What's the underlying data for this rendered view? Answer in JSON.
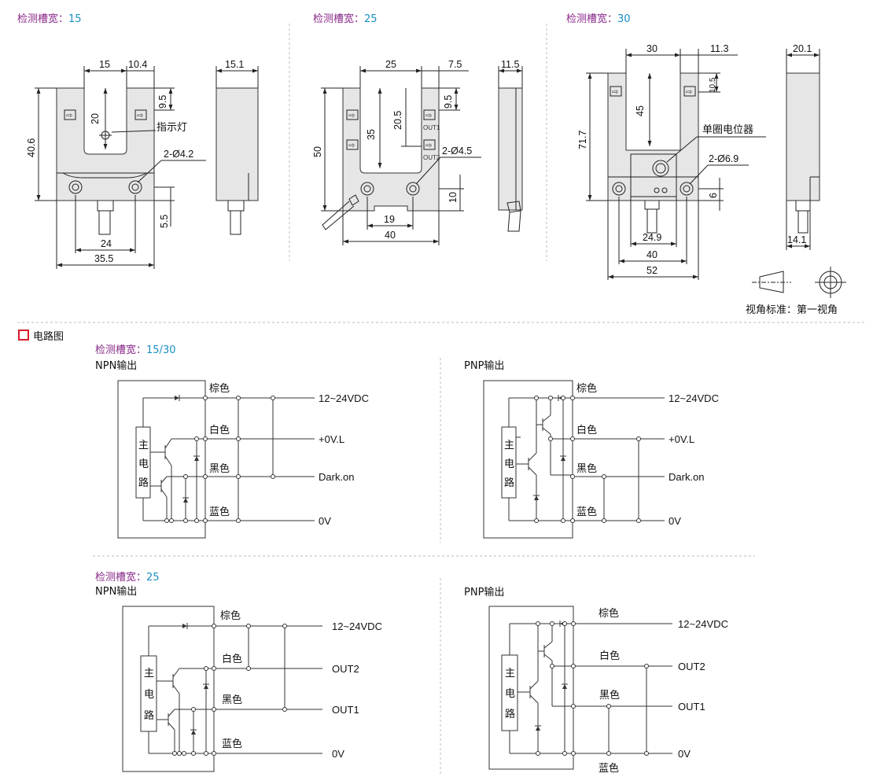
{
  "colors": {
    "heading": "#8a2a8a",
    "heading_value": "#1a8fc2",
    "section_marker": "#d81b2a"
  },
  "dimensions": {
    "slot_label": "检测槽宽：",
    "panel15": {
      "slot": "15",
      "d_slot": "15",
      "d_right": "10.4",
      "d_width": "15.1",
      "d_depth": "20",
      "d_top": "9.5",
      "d_height": "40.6",
      "indicator": "指示灯",
      "hole": "2-Ø4.2",
      "d_bottom": "5.5",
      "d_pitch": "24",
      "d_total": "35.5"
    },
    "panel25": {
      "slot": "25",
      "d_slot": "25",
      "d_right": "7.5",
      "d_width": "11.5",
      "d_depth": "35",
      "d_mid": "20.5",
      "d_top": "9.5",
      "d_height": "50",
      "out1": "OUT1",
      "out2": "OUT2",
      "hole": "2-Ø4.5",
      "d_bottom": "10",
      "d_notch": "19",
      "d_total": "40"
    },
    "panel30": {
      "slot": "30",
      "d_slot": "30",
      "d_right": "11.3",
      "d_width": "20.1",
      "d_depth": "45",
      "d_top": "10.5",
      "d_height": "71.7",
      "pot": "单圈电位器",
      "hole": "2-Ø6.9",
      "d_bottom": "6",
      "d_pitch": "24.9",
      "d_inner": "40",
      "d_total": "52",
      "d_side": "14.1"
    },
    "view_standard": "视角标准：第一视角"
  },
  "circuit": {
    "section_title": "电路图",
    "block1": {
      "slot_label": "检测槽宽：",
      "slot": "15/30",
      "npn_title": "NPN输出",
      "pnp_title": "PNP输出"
    },
    "block2": {
      "slot_label": "检测槽宽：",
      "slot": "25",
      "npn_title": "NPN输出",
      "pnp_title": "PNP输出"
    },
    "main_circuit": [
      "主",
      "电",
      "路"
    ],
    "wires": {
      "brown": "棕色",
      "white": "白色",
      "black": "黑色",
      "blue": "蓝色"
    },
    "outputs1": {
      "vdc": "12~24VDC",
      "light": "+0V.L",
      "dark": "Dark.on",
      "zero": "0V"
    },
    "outputs2": {
      "vdc": "12~24VDC",
      "out2": "OUT2",
      "out1": "OUT1",
      "zero": "0V"
    }
  }
}
